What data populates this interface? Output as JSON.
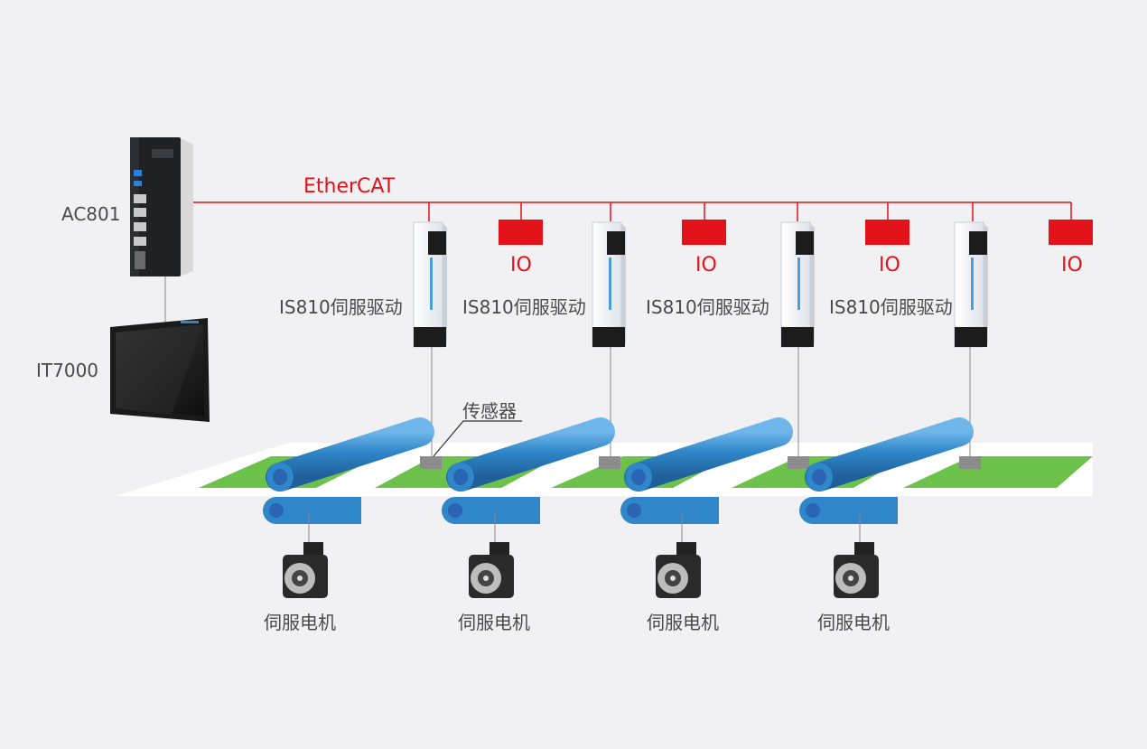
{
  "bus": {
    "label": "EtherCAT",
    "color": "#e3131b"
  },
  "controller": {
    "label": "AC801"
  },
  "hmi": {
    "label": "IT7000"
  },
  "drives": [
    {
      "label": "IS810伺服驱动"
    },
    {
      "label": "IS810伺服驱动"
    },
    {
      "label": "IS810伺服驱动"
    },
    {
      "label": "IS810伺服驱动"
    }
  ],
  "io_modules": [
    {
      "label": "IO"
    },
    {
      "label": "IO"
    },
    {
      "label": "IO"
    },
    {
      "label": "IO"
    }
  ],
  "sensor": {
    "label": "传感器"
  },
  "motors": [
    {
      "label": "伺服电机"
    },
    {
      "label": "伺服电机"
    },
    {
      "label": "伺服电机"
    },
    {
      "label": "伺服电机"
    }
  ],
  "colors": {
    "roller": "#2f86c8",
    "roller_end": "#2f6fc0",
    "web": "#6cc24a",
    "io": "#e3131b",
    "belt": "#ffffff"
  }
}
